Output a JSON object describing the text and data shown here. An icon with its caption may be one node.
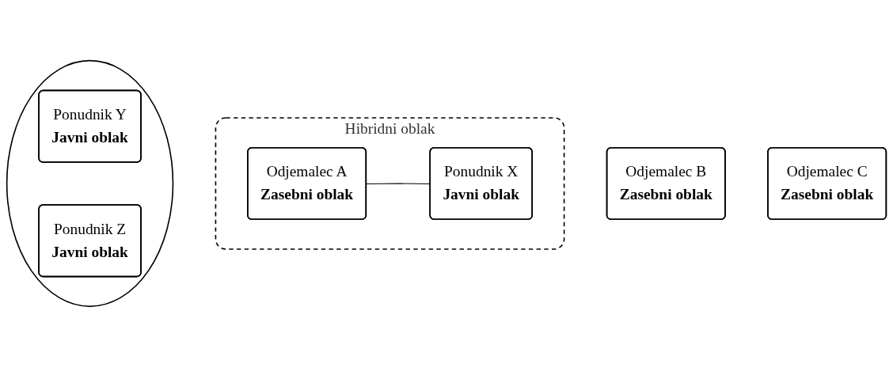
{
  "diagram": {
    "nodes": [
      {
        "text": [
          "Hibridni oblak"
        ]
      },
      {
        "text": [
          "Odjemalec A",
          "Zasebni oblak"
        ],
        "in": 0
      },
      {
        "text": [
          "Ponudnik X",
          "Javni oblak"
        ],
        "in": 0
      },
      {
        "text": [],
        "shape": "ellipse"
      },
      {
        "text": [
          "Ponudnik Y",
          "Javni oblak"
        ],
        "in": 3
      },
      {
        "text": [
          "Odjemalec B",
          "Zasebni oblak"
        ]
      },
      {
        "text": [
          "Odjemalec C",
          "Zasebni oblak"
        ]
      },
      {
        "text": [
          "Ponudnik Z",
          "Javni oblak"
        ],
        "in": 3
      }
    ],
    "edges": [
      {
        "from": 1,
        "to": 2,
        "arrow": "none"
      }
    ]
  }
}
